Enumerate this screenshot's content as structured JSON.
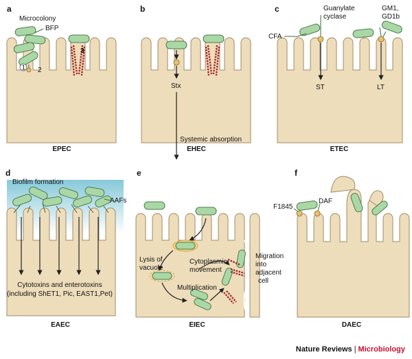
{
  "colors": {
    "cell_fill": "#eeddbb",
    "cell_stroke": "#a08a68",
    "bacterium_fill": "#a9d8a6",
    "bacterium_stroke": "#4f7a4e",
    "bacterium_dark": "#3b6a3b",
    "toxin": "#e8c070",
    "actin_red": "#a52a2a",
    "biofilm_teal": "#5fb6cd",
    "brand_red": "#c8102e"
  },
  "panels": {
    "a": {
      "letter": "a",
      "caption": "EPEC",
      "microcolony": "Microcolony",
      "bfp": "BFP",
      "step1": "1",
      "step2": "2",
      "step3": "3"
    },
    "b": {
      "letter": "b",
      "caption": "EHEC",
      "stx": "Stx",
      "systemic": "Systemic absorption"
    },
    "c": {
      "letter": "c",
      "caption": "ETEC",
      "guanylate_1": "Guanylate",
      "guanylate_2": "cyclase",
      "gm1": "GM1,",
      "gd1b": "GD1b",
      "cfa": "CFA",
      "st": "ST",
      "lt": "LT"
    },
    "d": {
      "letter": "d",
      "caption": "EAEC",
      "biofilm": "Biofilm formation",
      "aafs": "AAFs",
      "cytotoxins": "Cytotoxins and enterotoxins",
      "including": "(including ShET1, Pic, EAST1,Pet)"
    },
    "e": {
      "letter": "e",
      "caption": "EIEC",
      "lysis_1": "Lysis of",
      "lysis_2": "vacuole",
      "cyto_1": "Cytoplasmic",
      "cyto_2": "movement",
      "multiplication": "Multiplication",
      "migration_1": "Migration",
      "migration_2": "into",
      "migration_3": "adjacent",
      "migration_4": "cell"
    },
    "f": {
      "letter": "f",
      "caption": "DAEC",
      "f1845": "F1845",
      "daf": "DAF"
    }
  },
  "footer": {
    "journal": "Nature Reviews",
    "separator": "|",
    "section": "Microbiology"
  }
}
